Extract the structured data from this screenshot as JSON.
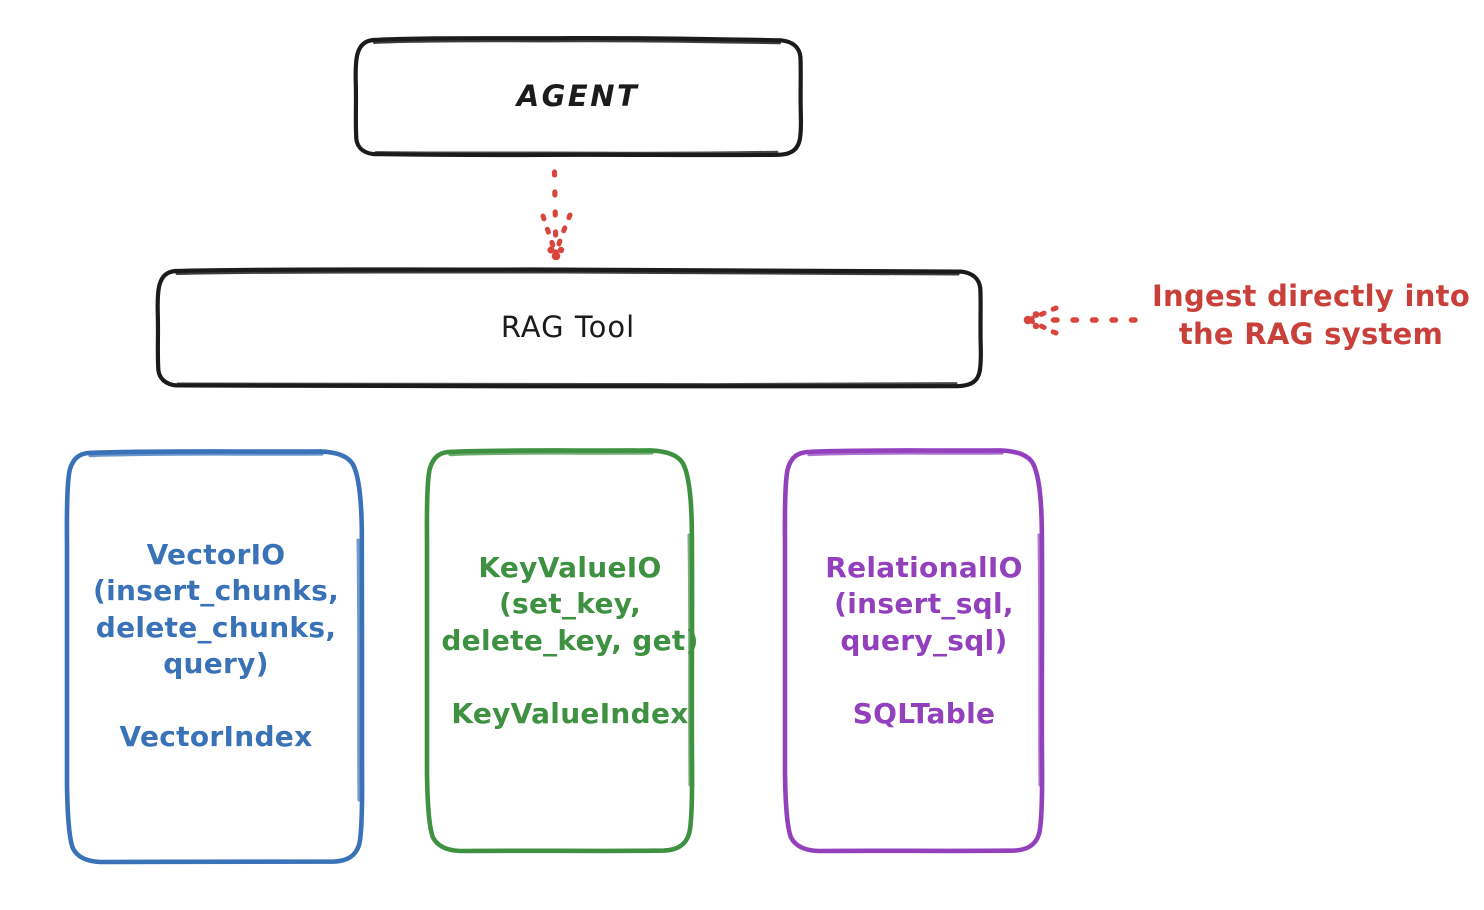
{
  "diagram": {
    "title": "RAG Tool architecture",
    "background": "#ffffff",
    "nodes": {
      "agent": {
        "label": "AGENT",
        "stroke_color": "#1b1b1b"
      },
      "rag_tool": {
        "label": "RAG Tool",
        "stroke_color": "#1b1b1b"
      },
      "vector_io": {
        "label": "VectorIO\n(insert_chunks,\ndelete_chunks,\nquery)\n\nVectorIndex",
        "api_name": "VectorIO",
        "methods": [
          "insert_chunks",
          "delete_chunks",
          "query"
        ],
        "index_name": "VectorIndex",
        "color": "#3a72b8"
      },
      "key_value_io": {
        "label": "KeyValueIO\n(set_key,\ndelete_key, get)\n\nKeyValueIndex",
        "api_name": "KeyValueIO",
        "methods": [
          "set_key",
          "delete_key",
          "get"
        ],
        "index_name": "KeyValueIndex",
        "color": "#3f9142"
      },
      "relational_io": {
        "label": "RelationalIO\n(insert_sql,\nquery_sql)\n\nSQLTable",
        "api_name": "RelationalIO",
        "methods": [
          "insert_sql",
          "query_sql"
        ],
        "index_name": "SQLTable",
        "color": "#9340bd"
      }
    },
    "annotations": {
      "ingest_note": {
        "label": "Ingest directly into\nthe RAG system",
        "color": "#c9403a"
      }
    },
    "connectors": {
      "agent_to_rag": {
        "style": "dotted",
        "color": "#d9443c",
        "direction": "down",
        "from": "agent",
        "to": "rag_tool"
      },
      "ingest_to_rag": {
        "style": "dotted",
        "color": "#d9443c",
        "direction": "left",
        "from": "ingest_note",
        "to": "rag_tool"
      }
    }
  }
}
